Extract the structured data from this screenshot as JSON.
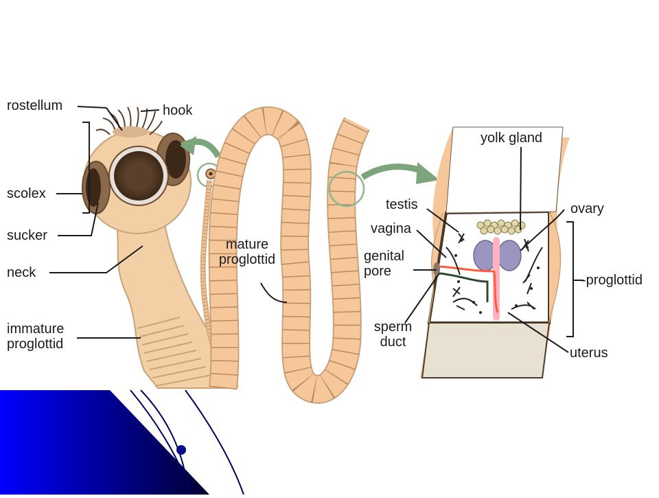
{
  "labels": {
    "rostellum": "rostellum",
    "hook": "hook",
    "scolex": "scolex",
    "sucker": "sucker",
    "neck": "neck",
    "immature_proglottid": "immature proglottid",
    "mature_proglottid": "mature proglottid",
    "yolk_gland": "yolk gland",
    "testis": "testis",
    "ovary": "ovary",
    "vagina": "vagina",
    "genital_pore": "genital pore",
    "proglottid": "-proglottid",
    "sperm_duct": "sperm duct",
    "uterus": "uterus"
  },
  "colors": {
    "body": "#f3cfa5",
    "segment": "#f6c79b",
    "outline": "#7a5a3a",
    "arrow": "#6e9e6e",
    "blue_dark": "#00003a",
    "blue_bright": "#0000ff",
    "repro_red": "#ff5a3a",
    "gland_gray": "#9a96c0"
  }
}
